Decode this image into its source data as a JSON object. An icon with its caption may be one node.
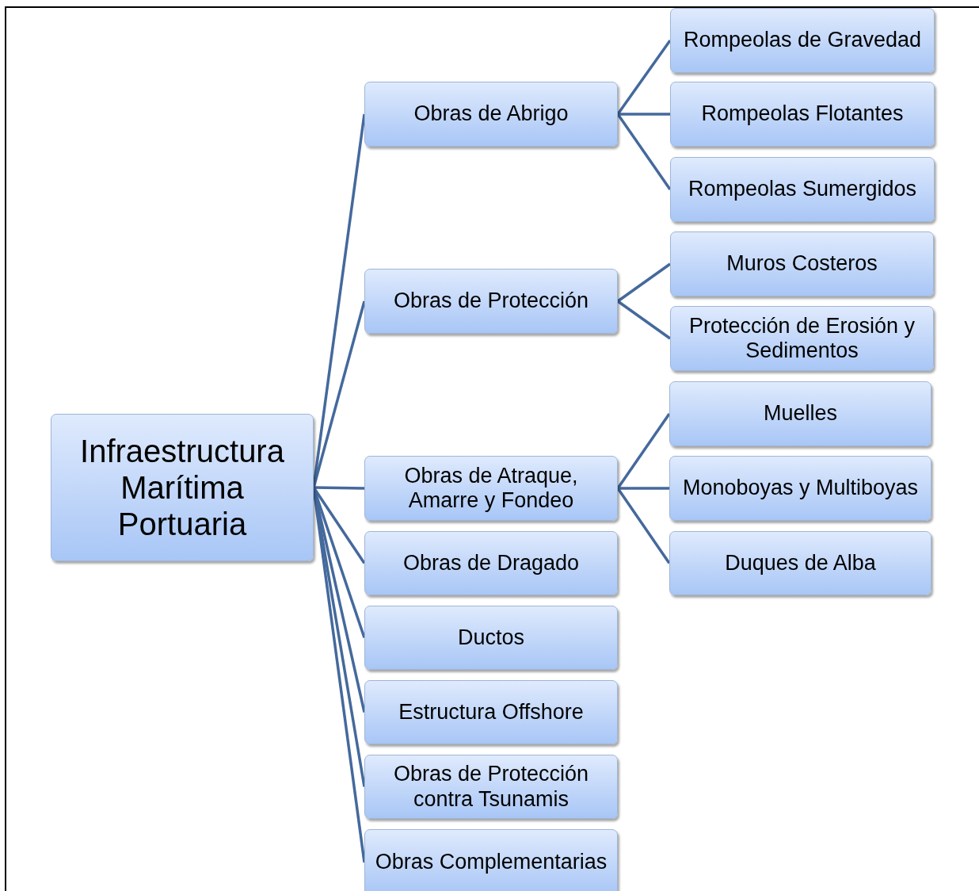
{
  "diagram": {
    "nodes": [
      {
        "text": [
          "Infraestructura Marítima Portuaria"
        ]
      },
      {
        "text": [
          "Obras de Abrigo"
        ]
      },
      {
        "text": [
          "Obras de Protección"
        ]
      },
      {
        "text": [
          "Obras de Atraque, Amarre y Fondeo"
        ]
      },
      {
        "text": [
          "Obras de Dragado"
        ]
      },
      {
        "text": [
          "Ductos"
        ]
      },
      {
        "text": [
          "Estructura Offshore"
        ]
      },
      {
        "text": [
          "Obras de Protección contra Tsunamis"
        ]
      },
      {
        "text": [
          "Obras Complementarias"
        ]
      },
      {
        "text": [
          "Rompeolas de Gravedad"
        ]
      },
      {
        "text": [
          "Rompeolas Flotantes"
        ]
      },
      {
        "text": [
          "Rompeolas Sumergidos"
        ]
      },
      {
        "text": [
          "Muros Costeros"
        ]
      },
      {
        "text": [
          "Protección de Erosión y Sedimentos"
        ]
      },
      {
        "text": [
          "Muelles"
        ]
      },
      {
        "text": [
          "Monoboyas y Multiboyas"
        ]
      },
      {
        "text": [
          "Duques de Alba"
        ]
      }
    ],
    "edges": [
      {
        "from": 0,
        "to": 1,
        "arrow": "none"
      },
      {
        "from": 0,
        "to": 2,
        "arrow": "none"
      },
      {
        "from": 0,
        "to": 3,
        "arrow": "none"
      },
      {
        "from": 0,
        "to": 4,
        "arrow": "none"
      },
      {
        "from": 0,
        "to": 5,
        "arrow": "none"
      },
      {
        "from": 0,
        "to": 6,
        "arrow": "none"
      },
      {
        "from": 0,
        "to": 7,
        "arrow": "none"
      },
      {
        "from": 0,
        "to": 8,
        "arrow": "none"
      },
      {
        "from": 1,
        "to": 9,
        "arrow": "none"
      },
      {
        "from": 1,
        "to": 10,
        "arrow": "none"
      },
      {
        "from": 1,
        "to": 11,
        "arrow": "none"
      },
      {
        "from": 2,
        "to": 12,
        "arrow": "none"
      },
      {
        "from": 2,
        "to": 13,
        "arrow": "none"
      },
      {
        "from": 3,
        "to": 14,
        "arrow": "none"
      },
      {
        "from": 3,
        "to": 15,
        "arrow": "none"
      },
      {
        "from": 3,
        "to": 16,
        "arrow": "none"
      }
    ]
  }
}
